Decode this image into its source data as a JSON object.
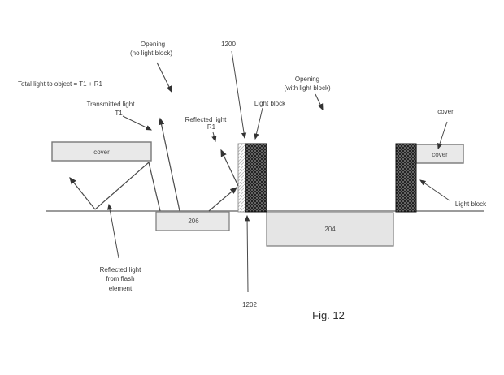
{
  "figure": {
    "caption": "Fig. 12",
    "equation": "Total light to object = T1 + R1"
  },
  "boxes": {
    "cover_left": "cover",
    "cover_right": "cover",
    "box_206": "206",
    "box_204": "204"
  },
  "callouts": {
    "opening_no_block_line1": "Opening",
    "opening_no_block_line2": "(no light block)",
    "ref_1200": "1200",
    "transmitted_line1": "Transmitted light",
    "transmitted_line2": "T1",
    "reflected_line1": "Reflected light",
    "reflected_line2": "R1",
    "light_block_center": "Light block",
    "opening_with_block_line1": "Opening",
    "opening_with_block_line2": "(with light block)",
    "cover_right_label": "cover",
    "light_block_right": "Light block",
    "reflected_flash_line1": "Reflected light",
    "reflected_flash_line2": "from flash",
    "reflected_flash_line3": "element",
    "ref_1202": "1202"
  },
  "colors": {
    "background": "#ffffff",
    "box_fill": "#e9e9e9",
    "box_border": "#787878",
    "dark_block": "#161616",
    "baseline": "#9b9b9b",
    "line": "#4a4a4a",
    "text": "#3c3c3c"
  }
}
